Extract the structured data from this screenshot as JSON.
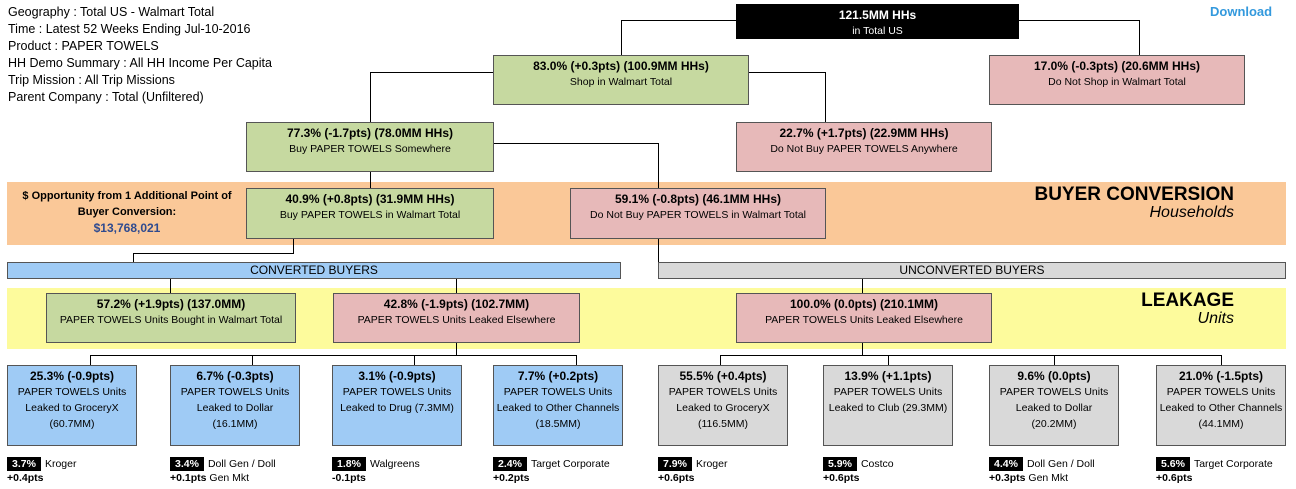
{
  "meta": {
    "lines": [
      "Geography : Total US - Walmart Total",
      "Time : Latest 52 Weeks Ending Jul-10-2016",
      "Product : PAPER TOWELS",
      "HH Demo Summary : All HH Income Per Capita",
      "Trip Mission : All Trip Missions",
      "Parent Company : Total (Unfiltered)"
    ]
  },
  "download_label": "Download",
  "root": {
    "title": "121.5MM HHs",
    "sub": "in Total US"
  },
  "shop": {
    "title": "83.0% (+0.3pts) (100.9MM HHs)",
    "sub": "Shop in Walmart Total"
  },
  "noshop": {
    "title": "17.0% (-0.3pts) (20.6MM HHs)",
    "sub": "Do Not Shop in Walmart Total"
  },
  "buy": {
    "title": "77.3% (-1.7pts) (78.0MM HHs)",
    "sub": "Buy PAPER TOWELS Somewhere"
  },
  "nobuy": {
    "title": "22.7% (+1.7pts) (22.9MM HHs)",
    "sub": "Do Not Buy PAPER TOWELS Anywhere"
  },
  "buywm": {
    "title": "40.9% (+0.8pts) (31.9MM HHs)",
    "sub": "Buy PAPER TOWELS in Walmart Total"
  },
  "nobuywm": {
    "title": "59.1% (-0.8pts) (46.1MM HHs)",
    "sub": "Do Not Buy PAPER TOWELS in Walmart Total"
  },
  "opportunity": {
    "label_1": "$ Opportunity from 1 Additional Point of",
    "label_2": "Buyer Conversion:",
    "value": "$13,768,021"
  },
  "buyer_conversion": {
    "title": "BUYER CONVERSION",
    "sub": "Households"
  },
  "converted_label": "CONVERTED BUYERS",
  "unconverted_label": "UNCONVERTED BUYERS",
  "leakage": {
    "title": "LEAKAGE",
    "sub": "Units"
  },
  "conv_bought": {
    "title": "57.2% (+1.9pts) (137.0MM)",
    "sub": "PAPER TOWELS Units Bought in Walmart Total"
  },
  "conv_leaked": {
    "title": "42.8% (-1.9pts) (102.7MM)",
    "sub": "PAPER TOWELS Units Leaked Elsewhere"
  },
  "unconv_leaked": {
    "title": "100.0% (0.0pts) (210.1MM)",
    "sub": "PAPER TOWELS Units Leaked Elsewhere"
  },
  "leaves": [
    {
      "title": "25.3% (-0.9pts)",
      "l1": "PAPER TOWELS Units",
      "l2": "Leaked to GroceryX",
      "l3": "(60.7MM)",
      "r_pct": "3.7%",
      "r_name": "Kroger",
      "r_delta": "+0.4pts",
      "r_extra": ""
    },
    {
      "title": "6.7% (-0.3pts)",
      "l1": "PAPER TOWELS Units",
      "l2": "Leaked to Dollar",
      "l3": "(16.1MM)",
      "r_pct": "3.4%",
      "r_name": "Doll Gen / Doll",
      "r_delta": "+0.1pts",
      "r_extra": "Gen Mkt"
    },
    {
      "title": "3.1% (-0.9pts)",
      "l1": "PAPER TOWELS Units",
      "l2": "Leaked to Drug (7.3MM)",
      "l3": "",
      "r_pct": "1.8%",
      "r_name": "Walgreens",
      "r_delta": "-0.1pts",
      "r_extra": ""
    },
    {
      "title": "7.7% (+0.2pts)",
      "l1": "PAPER TOWELS Units",
      "l2": "Leaked to Other Channels",
      "l3": "(18.5MM)",
      "r_pct": "2.4%",
      "r_name": "Target Corporate",
      "r_delta": "+0.2pts",
      "r_extra": ""
    },
    {
      "title": "55.5% (+0.4pts)",
      "l1": "PAPER TOWELS Units",
      "l2": "Leaked to GroceryX",
      "l3": "(116.5MM)",
      "r_pct": "7.9%",
      "r_name": "Kroger",
      "r_delta": "+0.6pts",
      "r_extra": ""
    },
    {
      "title": "13.9% (+1.1pts)",
      "l1": "PAPER TOWELS Units",
      "l2": "Leaked to Club (29.3MM)",
      "l3": "",
      "r_pct": "5.9%",
      "r_name": "Costco",
      "r_delta": "+0.6pts",
      "r_extra": ""
    },
    {
      "title": "9.6% (0.0pts)",
      "l1": "PAPER TOWELS Units",
      "l2": "Leaked to Dollar",
      "l3": "(20.2MM)",
      "r_pct": "4.4%",
      "r_name": "Doll Gen / Doll",
      "r_delta": "+0.3pts",
      "r_extra": "Gen Mkt"
    },
    {
      "title": "21.0% (-1.5pts)",
      "l1": "PAPER TOWELS Units",
      "l2": "Leaked to Other Channels",
      "l3": "(44.1MM)",
      "r_pct": "5.6%",
      "r_name": "Target Corporate",
      "r_delta": "+0.6pts",
      "r_extra": ""
    }
  ]
}
